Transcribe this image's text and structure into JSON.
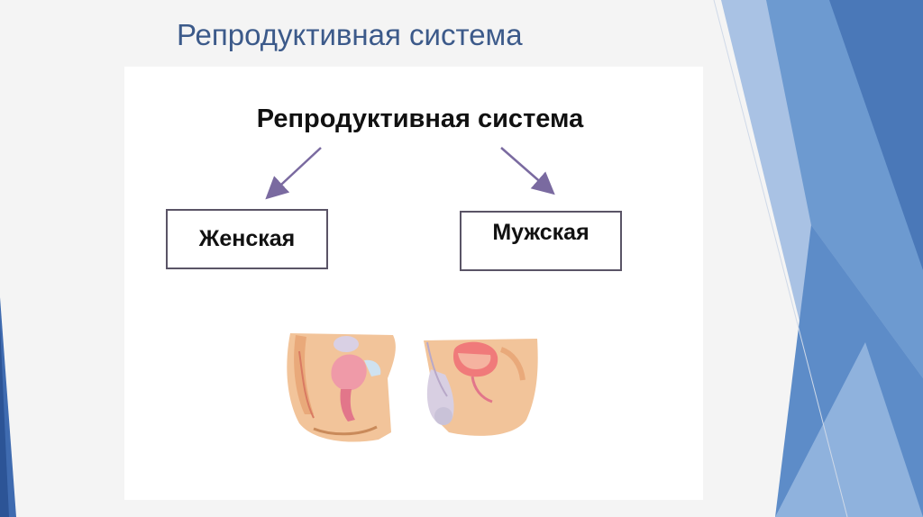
{
  "slide": {
    "title": "Репродуктивная система"
  },
  "diagram": {
    "heading": "Репродуктивная система",
    "branches": [
      {
        "label": "Женская"
      },
      {
        "label": "Мужская"
      }
    ]
  },
  "colors": {
    "title": "#3c5a8a",
    "arrow": "#7a6aa0",
    "box_border": "#5a5466",
    "decor_blue_dark": "#4a78b8",
    "decor_blue_mid": "#6d9ad0",
    "decor_blue_light": "#a9c2e4"
  },
  "illustrations": [
    {
      "icon": "female-pelvis-anatomy-illustration"
    },
    {
      "icon": "male-pelvis-anatomy-illustration"
    }
  ]
}
